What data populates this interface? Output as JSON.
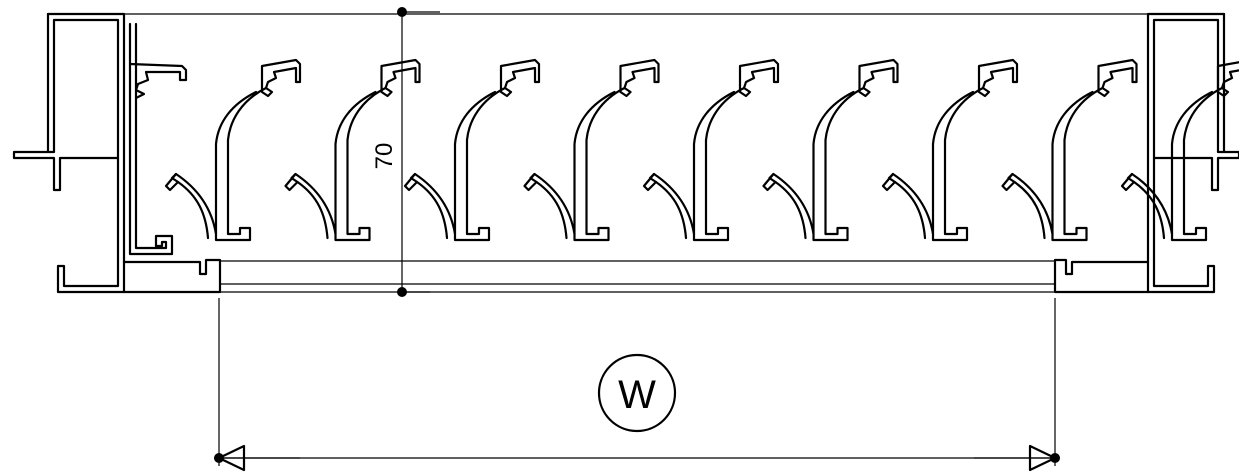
{
  "dimensions": {
    "depth_label": "70",
    "width_symbol": "W"
  },
  "louver_count": 9
}
